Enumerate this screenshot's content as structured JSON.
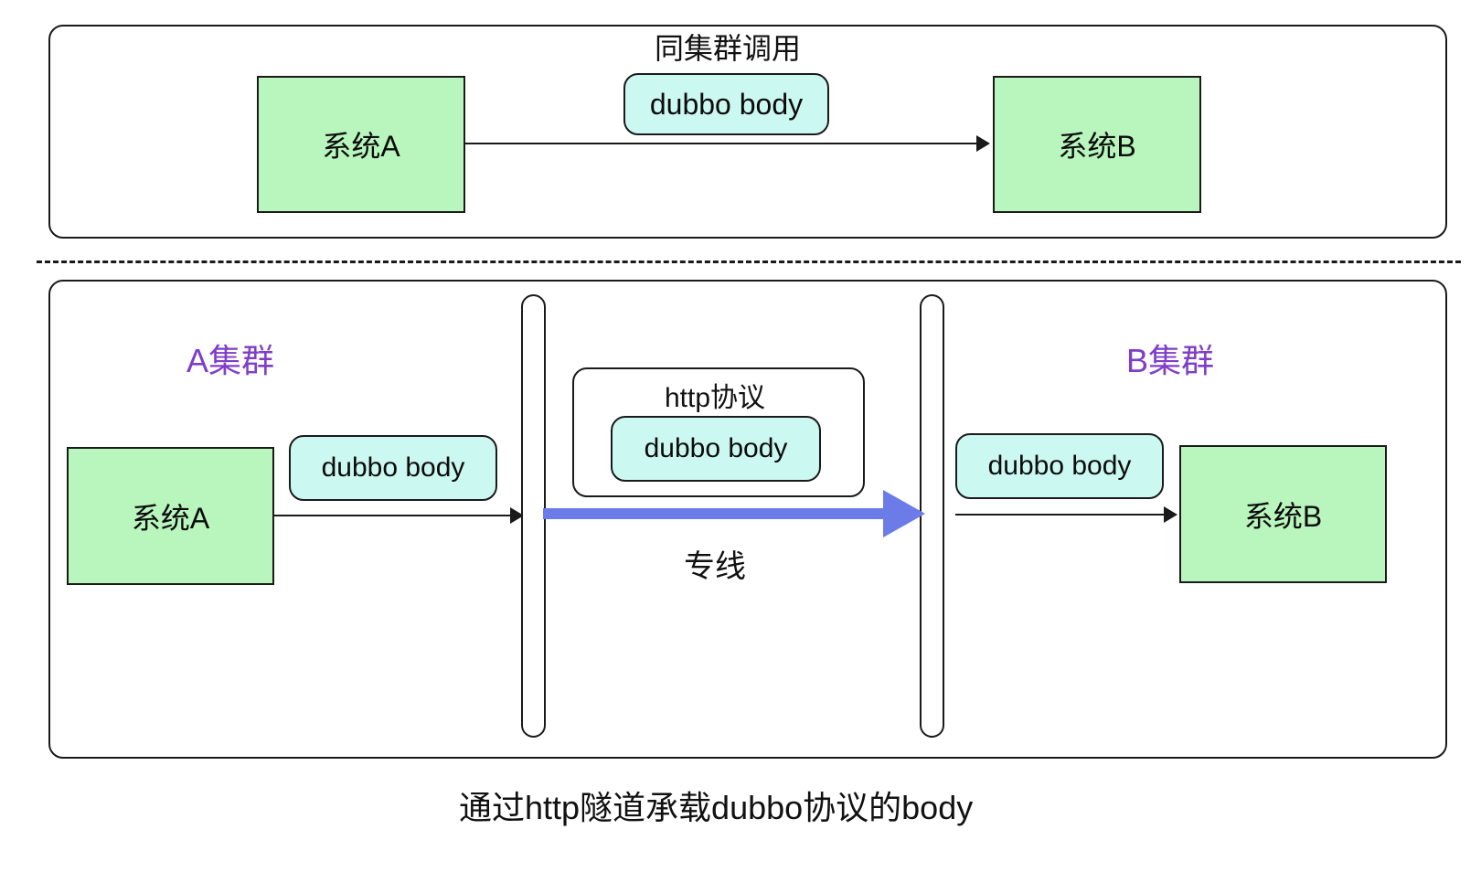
{
  "diagram": {
    "caption": "通过http隧道承载dubbo协议的body",
    "colors": {
      "system_box": "#b9f6bd",
      "payload_box": "#ccf8f2",
      "cluster_label": "#7f3dc9",
      "dedicated_line_arrow": "#6b7ce8",
      "border": "#1a1a1a",
      "background": "#ffffff"
    }
  },
  "top_panel": {
    "title": "同集群调用",
    "source_system": "系统A",
    "target_system": "系统B",
    "payload": "dubbo body"
  },
  "bottom_panel": {
    "left_cluster_label": "A集群",
    "right_cluster_label": "B集群",
    "source_system": "系统A",
    "target_system": "系统B",
    "left_payload": "dubbo body",
    "right_payload": "dubbo body",
    "tunnel_protocol": "http协议",
    "tunnel_payload": "dubbo body",
    "link_label": "专线"
  }
}
